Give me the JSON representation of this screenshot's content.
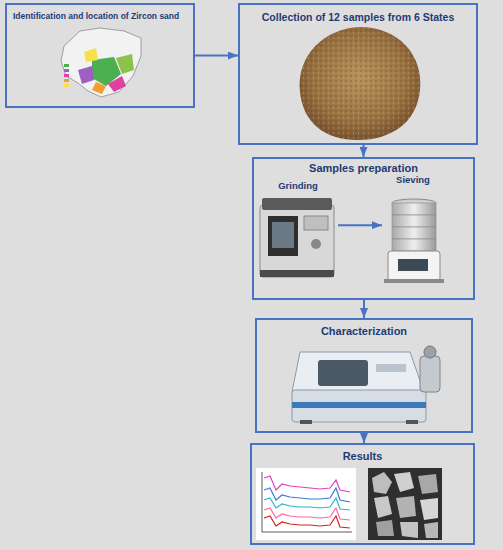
{
  "diagram": {
    "nodes": [
      {
        "text": [
          "Identification and location of Zircon sand"
        ]
      },
      {
        "text": [
          "Collection of 12 samples from 6 States"
        ]
      },
      {
        "text": [
          "Samples preparation"
        ]
      },
      {
        "text": [
          "Grinding"
        ],
        "in": 2
      },
      {
        "text": [
          "Sieving"
        ],
        "in": 2
      },
      {
        "text": [
          "Characterization"
        ]
      },
      {
        "text": [
          "Results"
        ]
      }
    ],
    "edges": [
      {
        "from": 0,
        "to": 1,
        "arrow": "to"
      },
      {
        "from": 1,
        "to": 2,
        "arrow": "to"
      },
      {
        "from": 3,
        "to": 4,
        "arrow": "to"
      },
      {
        "from": 2,
        "to": 5,
        "arrow": "to"
      },
      {
        "from": 5,
        "to": 6,
        "arrow": "to"
      }
    ]
  }
}
